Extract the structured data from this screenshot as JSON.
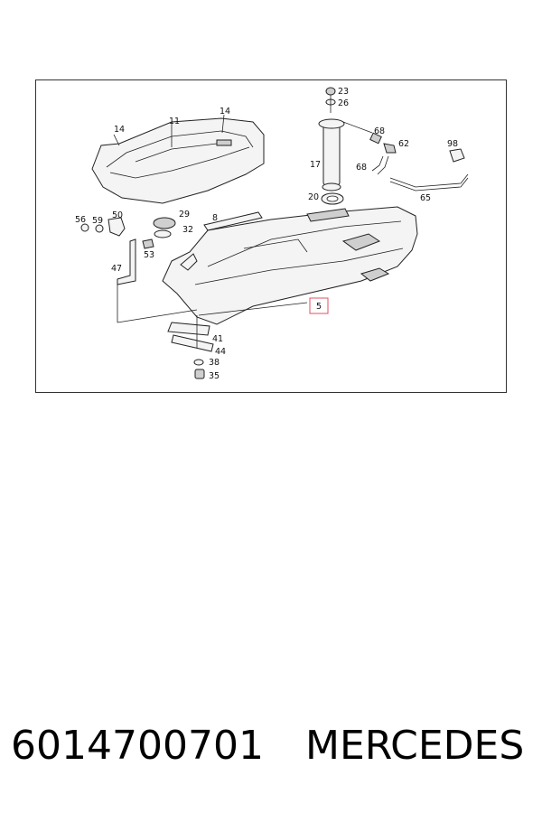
{
  "diagram": {
    "callouts": {
      "c23": "23",
      "c26": "26",
      "c14a": "14",
      "c11": "11",
      "c14b": "14",
      "c68a": "68",
      "c62": "62",
      "c98": "98",
      "c17": "17",
      "c68b": "68",
      "c20": "20",
      "c65": "65",
      "c8": "8",
      "c56": "56",
      "c59": "59",
      "c50": "50",
      "c29": "29",
      "c32": "32",
      "c53": "53",
      "c47": "47",
      "c5": "5",
      "c41": "41",
      "c44": "44",
      "c38": "38",
      "c35": "35"
    },
    "highlight_color": "#e05060"
  },
  "caption": {
    "part_number": "6014700701",
    "brand": "MERCEDES"
  }
}
